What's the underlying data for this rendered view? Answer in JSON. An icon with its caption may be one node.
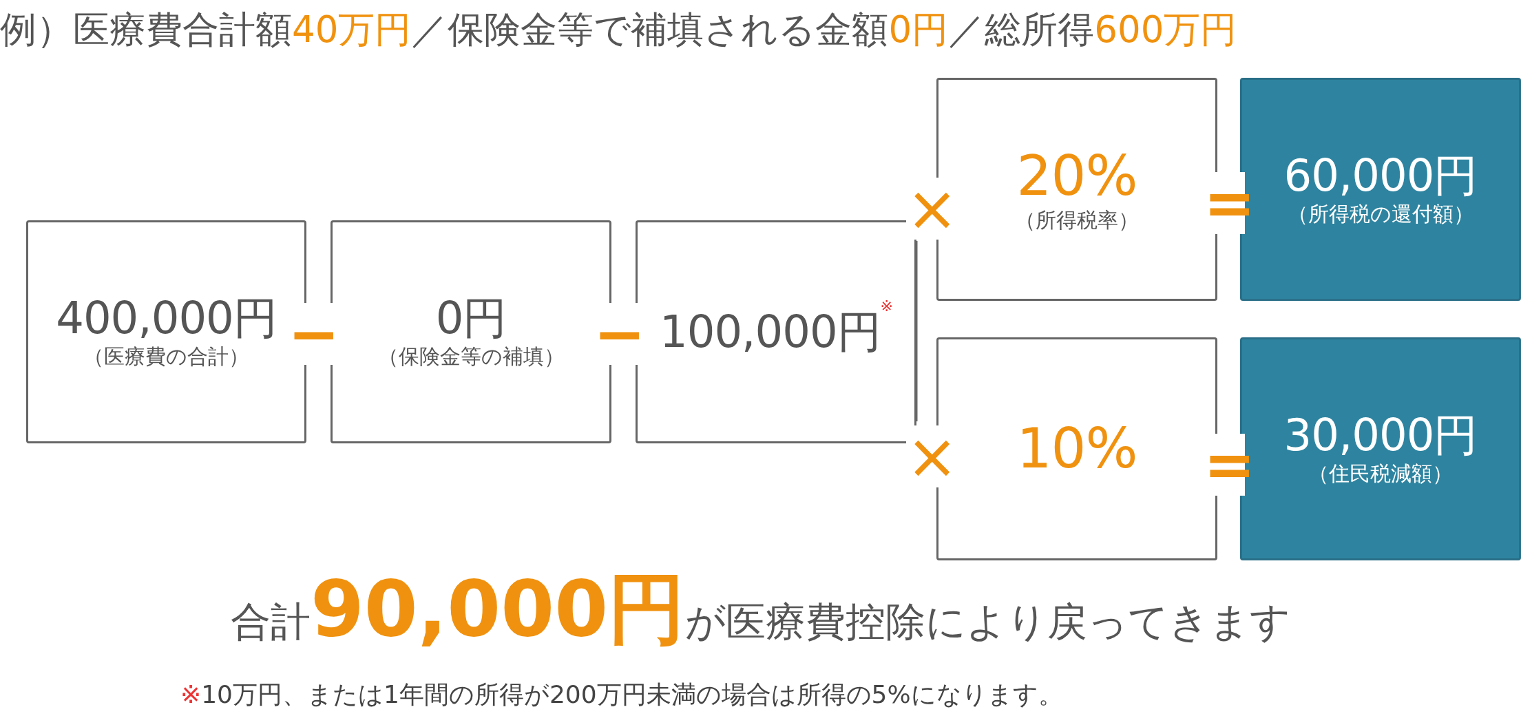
{
  "diagram": {
    "title": "例）医療費合計額**40万円**／保険金等で補填される金額**0円**／総所得**600万円**",
    "caption": "合計**90,000円**が医療費控除により戻ってきます",
    "nodes": [
      {
        "text": [
          "400,000円",
          "（医療費の合計）"
        ]
      },
      {
        "text": [
          "0円",
          "（保険金等の補填）"
        ]
      },
      {
        "text": [
          "100,000円$^{※}$"
        ]
      },
      {
        "text": [
          "20%",
          "（所得税率）"
        ]
      },
      {
        "text": [
          "10%"
        ]
      },
      {
        "text": [
          "60,000円",
          "（所得税の還付額）"
        ]
      },
      {
        "text": [
          "30,000円",
          "（住民税減額）"
        ]
      }
    ],
    "labels": [
      "−",
      "−",
      "×",
      "×",
      "=",
      "=",
      "**※**10万円、または1年間の所得が200万円未満の場合は所得の5%になります。"
    ]
  }
}
